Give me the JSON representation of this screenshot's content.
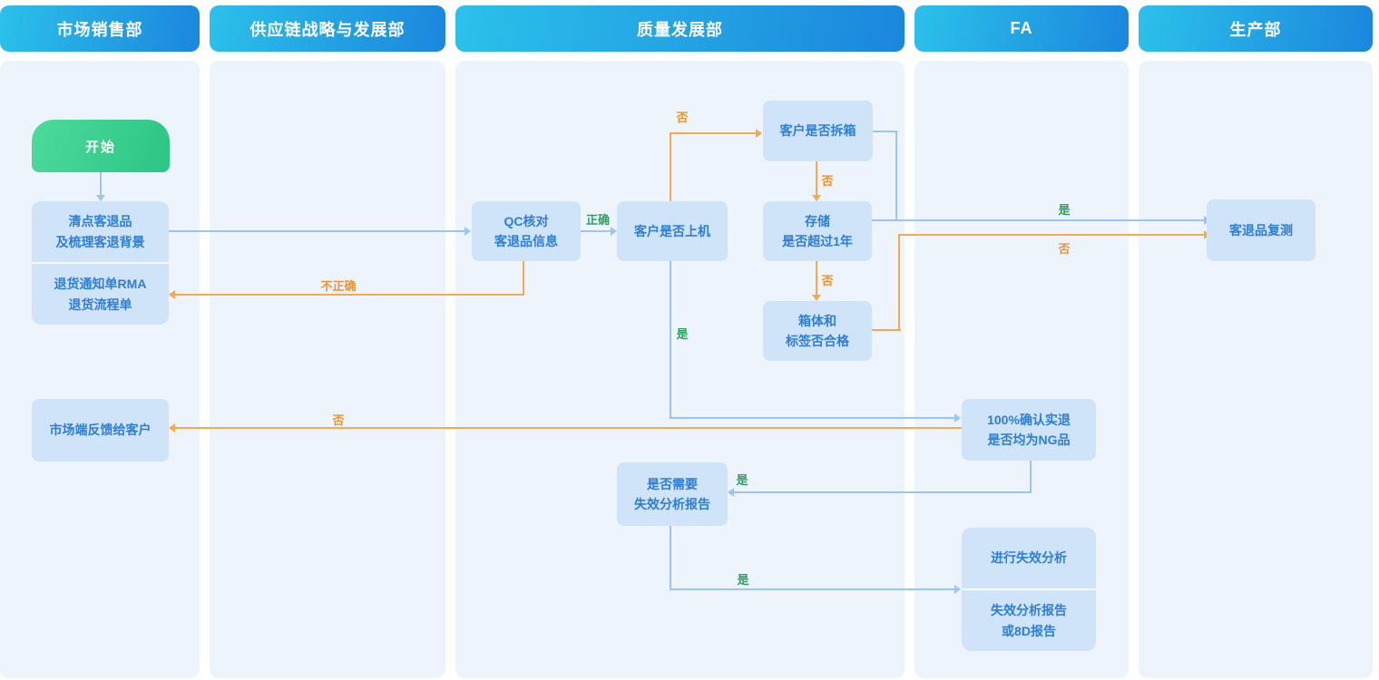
{
  "lanes": [
    {
      "title": "市场销售部"
    },
    {
      "title": "供应链战略与发展部"
    },
    {
      "title": "质量发展部"
    },
    {
      "title": "FA"
    },
    {
      "title": "生产部"
    }
  ],
  "nodes": {
    "start": {
      "label": "开始"
    },
    "count_returns": {
      "line1": "清点客退品",
      "line2": "及梳理客退背景"
    },
    "rma": {
      "line1": "退货通知单RMA",
      "line2": "退货流程单"
    },
    "feedback": {
      "label": "市场端反馈给客户"
    },
    "qc_check": {
      "line1": "QC核对",
      "line2": "客退品信息"
    },
    "on_machine": {
      "label": "客户是否上机"
    },
    "unboxed": {
      "label": "客户是否拆箱"
    },
    "storage": {
      "line1": "存储",
      "line2": "是否超过1年"
    },
    "box_label_ok": {
      "line1": "箱体和",
      "line2": "标签否合格"
    },
    "confirm_ng": {
      "line1": "100%确认实退",
      "line2": "是否均为NG品"
    },
    "need_fa": {
      "line1": "是否需要",
      "line2": "失效分析报告"
    },
    "do_fa": {
      "label": "进行失效分析"
    },
    "fa_report": {
      "line1": "失效分析报告",
      "line2": "或8D报告"
    },
    "retest": {
      "label": "客退品复测"
    }
  },
  "edge_labels": {
    "correct": "正确",
    "incorrect": "不正确",
    "yes": "是",
    "no": "否"
  },
  "colors": {
    "header_gradient_start": "#2cc1ea",
    "header_gradient_end": "#1b86dd",
    "lane_background": "#eef4fc",
    "node_background": "#cfe3f9",
    "node_text": "#2e7ed8",
    "start_gradient_start": "#4cdb9c",
    "start_gradient_end": "#2cc583",
    "blue_connector": "#9dc5f0",
    "orange_connector": "#f7a94f",
    "green_label": "#2ba35f",
    "orange_label": "#f0932f"
  }
}
